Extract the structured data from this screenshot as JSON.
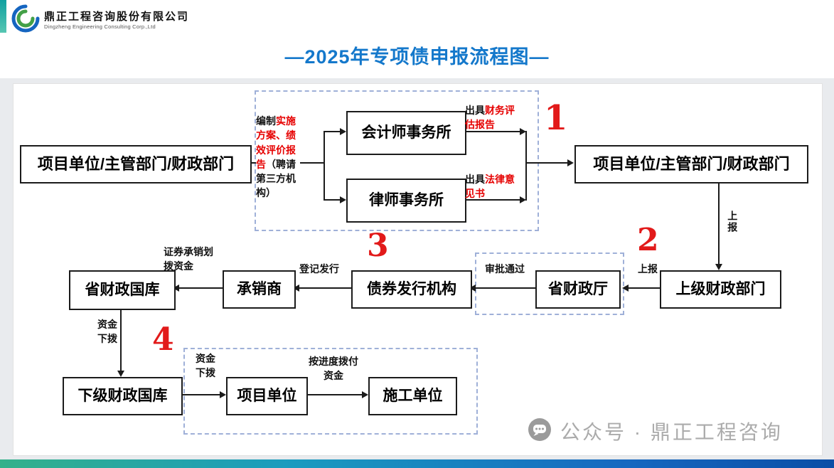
{
  "header": {
    "company_cn": "鼎正工程咨询股份有限公司",
    "company_en": "Dingzheng Engineering Consulting Corp.,Ltd",
    "title": "—2025年专项债申报流程图—"
  },
  "boxes": {
    "source_unit": "项目单位/主管部门/财政部门",
    "accounting_firm": "会计师事务所",
    "law_firm": "律师事务所",
    "dest_unit": "项目单位/主管部门/财政部门",
    "superior_finance": "上级财政部门",
    "provincial_finance": "省财政厅",
    "bond_issuer": "债券发行机构",
    "underwriter": "承销商",
    "provincial_treasury": "省财政国库",
    "lower_treasury": "下级财政国库",
    "project_unit": "项目单位",
    "construction_unit": "施工单位"
  },
  "step_numbers": {
    "one": "1",
    "two": "2",
    "three": "3",
    "four": "4"
  },
  "labels": {
    "compile_black1": "编制",
    "compile_red": "实施方案、绩效评价报告",
    "compile_black2": "（聘请第三方机构）",
    "financial_black": "出具",
    "financial_red": "财务评估报告",
    "legal_black": "出具",
    "legal_red": "法律意见书",
    "report_up_1": "上报",
    "report_up_2": "上报",
    "approval_pass": "审批通过",
    "register_issue": "登记发行",
    "securities_funds": "证券承销划拨资金",
    "funds_allocate_1": "资金下拨",
    "funds_allocate_2": "资金下拨",
    "progress_payment": "按进度拨付资金"
  },
  "watermark": {
    "text": "公众号 · 鼎正工程咨询"
  },
  "colors": {
    "accent_red": "#e60000",
    "title_blue": "#1478cb",
    "dash_border": "#9fb0d8"
  }
}
